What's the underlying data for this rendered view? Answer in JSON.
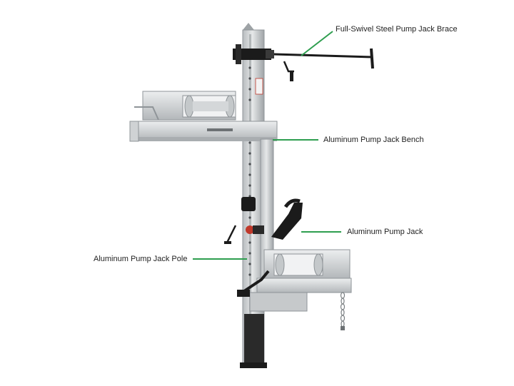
{
  "callouts": {
    "brace": "Full-Swivel Steel Pump Jack Brace",
    "bench": "Aluminum Pump Jack Bench",
    "jack": "Aluminum Pump Jack",
    "pole": "Aluminum Pump Jack Pole"
  },
  "colors": {
    "leader_line": "#2e9e4f",
    "aluminum": "#d8dadb",
    "aluminum_dark": "#a9adb0",
    "steel_black": "#1b1b1b",
    "warning_red": "#c0392b"
  }
}
